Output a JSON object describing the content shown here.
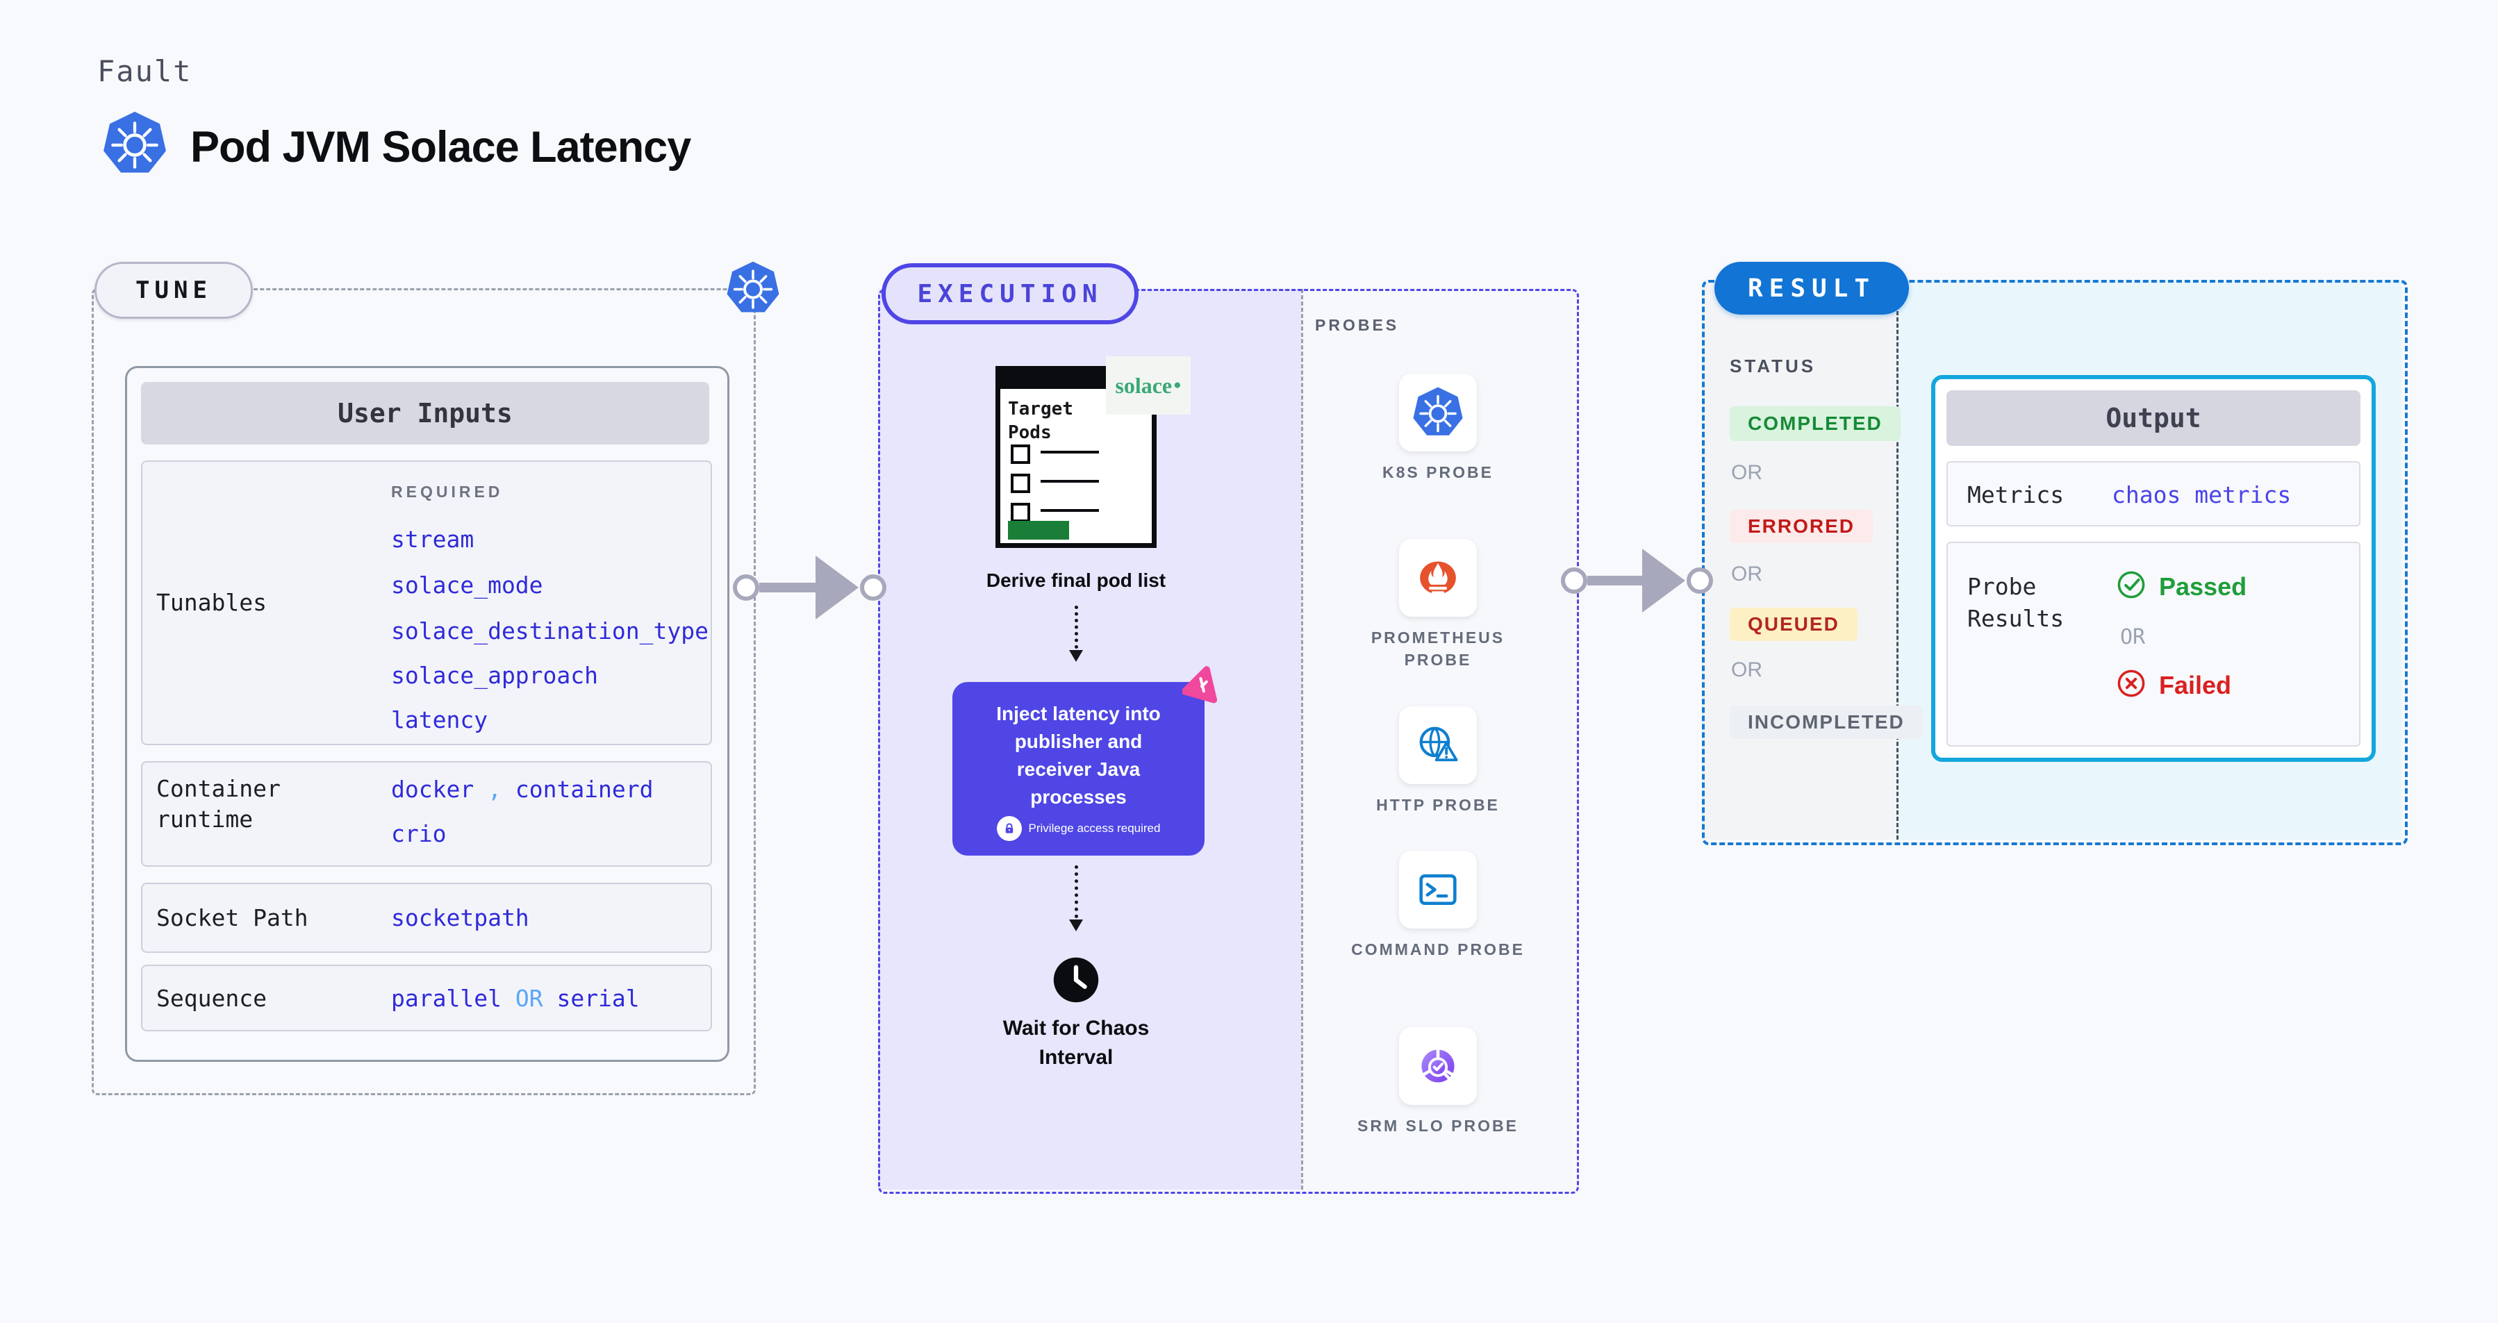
{
  "header": {
    "kicker": "Fault",
    "title": "Pod JVM Solace Latency"
  },
  "tune": {
    "label": "TUNE",
    "user_inputs": {
      "title": "User Inputs",
      "tunables": {
        "label": "Tunables",
        "required_label": "REQUIRED",
        "values": [
          "stream",
          "solace_mode",
          "solace_destination_type",
          "solace_approach",
          "latency"
        ]
      },
      "container_runtime": {
        "label": "Container runtime",
        "values": [
          "docker",
          "containerd",
          "crio"
        ],
        "separator": ","
      },
      "socket_path": {
        "label": "Socket Path",
        "value": "socketpath"
      },
      "sequence": {
        "label": "Sequence",
        "value_a": "parallel",
        "or_label": "OR",
        "value_b": "serial"
      }
    }
  },
  "execution": {
    "label": "EXECUTION",
    "target_pods": {
      "title": "Target Pods",
      "brand": "solace",
      "brand_dot": "●"
    },
    "derive_label": "Derive final pod list",
    "inject": {
      "lines": [
        "Inject latency into",
        "publisher and",
        "receiver Java",
        "processes"
      ],
      "privilege_label": "Privilege access required"
    },
    "wait": {
      "lines": [
        "Wait for Chaos",
        "Interval"
      ]
    }
  },
  "probes": {
    "label": "PROBES",
    "items": [
      {
        "icon": "kubernetes-icon",
        "label": "K8S PROBE"
      },
      {
        "icon": "prometheus-icon",
        "label": "PROMETHEUS PROBE"
      },
      {
        "icon": "http-icon",
        "label": "HTTP PROBE"
      },
      {
        "icon": "command-icon",
        "label": "COMMAND PROBE"
      },
      {
        "icon": "srm-slo-icon",
        "label": "SRM SLO PROBE"
      }
    ]
  },
  "result": {
    "label": "RESULT",
    "status": {
      "label": "STATUS",
      "or_label": "OR",
      "badges": [
        {
          "text": "COMPLETED",
          "fg": "#168a36",
          "bg": "#d9f3de"
        },
        {
          "text": "ERRORED",
          "fg": "#c21919",
          "bg": "#fdeaea"
        },
        {
          "text": "QUEUED",
          "fg": "#b3261e",
          "bg": "#fdf0c5"
        },
        {
          "text": "INCOMPLETED",
          "fg": "#5f6672",
          "bg": "#eceff3"
        }
      ]
    },
    "output": {
      "title": "Output",
      "metrics_label": "Metrics",
      "metrics_value": "chaos metrics",
      "probe_results_label": "Probe Results",
      "passed_label": "Passed",
      "or_label": "OR",
      "failed_label": "Failed"
    }
  },
  "colors": {
    "background": "#f8f9fc",
    "indigo": "#4f46e5",
    "value_blue": "#2f2ad9",
    "accent_blue": "#59a7f7",
    "result_blue": "#1274d4",
    "cyan_border": "#14a6dd",
    "kubernetes_blue": "#3970e4",
    "prometheus_orange": "#e6522c",
    "passed_green": "#1f9d3a",
    "failed_red": "#da2020",
    "chaos_pink": "#f0489c",
    "solace_green": "#3aa875"
  }
}
